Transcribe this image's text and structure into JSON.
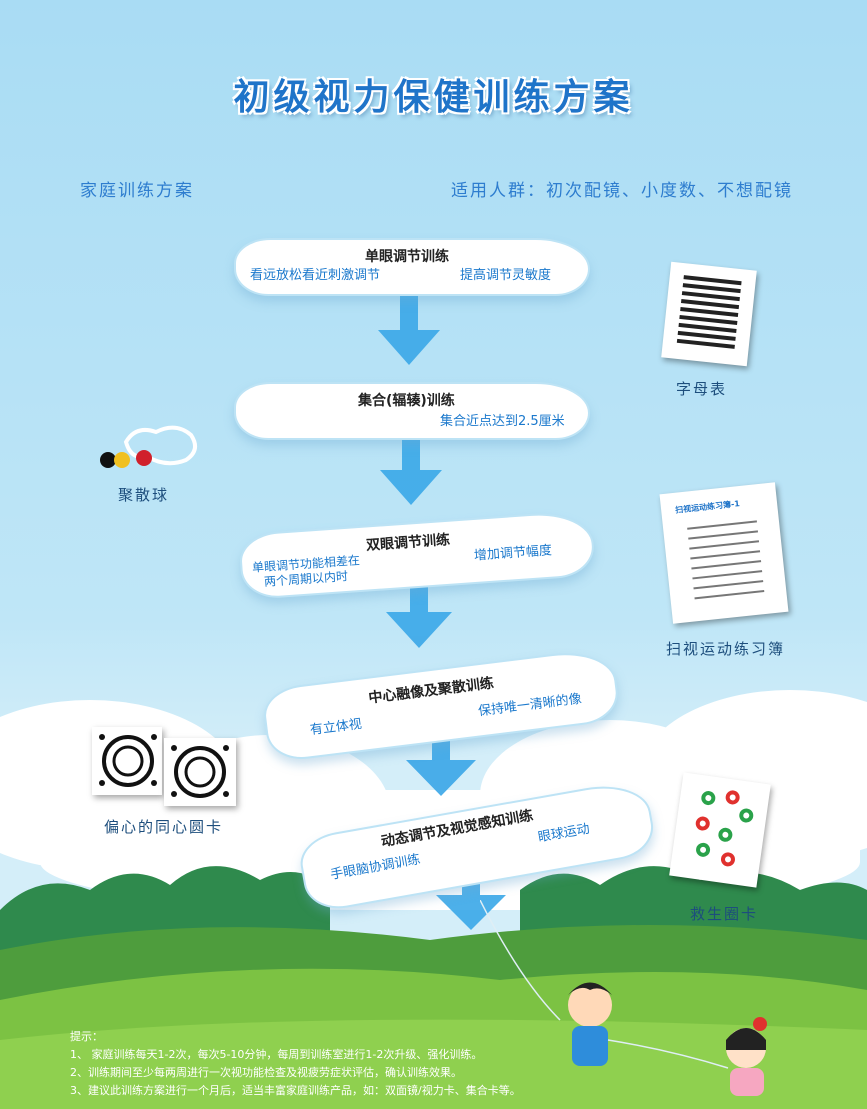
{
  "title": "初级视力保健训练方案",
  "subtitle_left": "家庭训练方案",
  "subtitle_right": "适用人群：初次配镜、小度数、不想配镜",
  "steps": [
    {
      "title": "单眼调节训练",
      "note_left": "看远放松看近刺激调节",
      "note_right": "提高调节灵敏度"
    },
    {
      "title": "集合(辐辏)训练",
      "note_right": "集合近点达到2.5厘米"
    },
    {
      "title": "双眼调节训练",
      "note_left_1": "单眼调节功能相差在",
      "note_left_2": "两个周期以内时",
      "note_right": "增加调节幅度"
    },
    {
      "title": "中心融像及聚散训练",
      "note_left": "有立体视",
      "note_right": "保持唯一清晰的像"
    },
    {
      "title": "动态调节及视觉感知训练",
      "note_left": "手眼脑协调训练",
      "note_right": "眼球运动"
    }
  ],
  "items": {
    "letter_chart": "字母表",
    "focus_ball": "聚散球",
    "tracking_book": "扫视运动练习簿",
    "tracking_book_cover": "扫视运动练习簿-1",
    "eccentric_card": "偏心的同心圆卡",
    "lifebuoy_card": "救生圈卡"
  },
  "tips": {
    "heading": "提示：",
    "lines": [
      "1、 家庭训练每天1-2次，每次5-10分钟，每周到训练室进行1-2次升级、强化训练。",
      "2、训练期间至少每两周进行一次视功能检查及视疲劳症状评估，确认训练效果。",
      "3、建议此训练方案进行一个月后，适当丰富家庭训练产品，如：双面镜/视力卡、集合卡等。"
    ]
  },
  "colors": {
    "sky": "#a9dcf4",
    "accent": "#1f74c9",
    "arrow": "#3aa7e8",
    "grass": "#7cc243",
    "forest": "#2f8a4d"
  }
}
